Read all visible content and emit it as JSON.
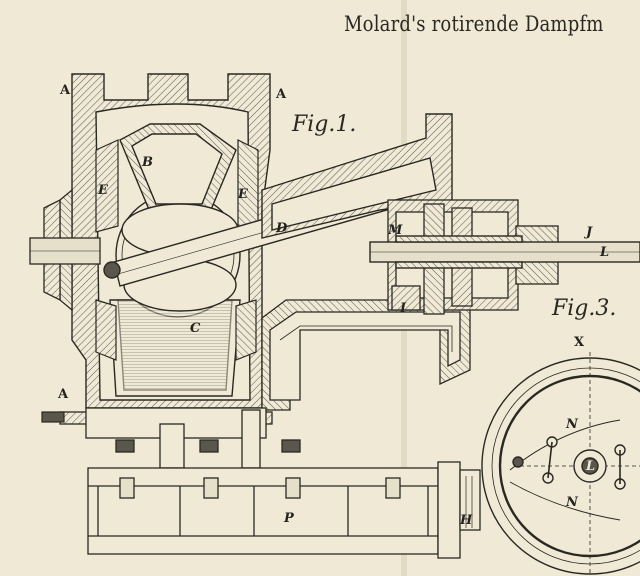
{
  "plate": {
    "title": "Molard's rotirende Dampfm",
    "figures": [
      "Fig.1.",
      "Fig.3."
    ]
  },
  "labels": {
    "A_top_left": "A",
    "A_top_right": "A",
    "A_lower_left": "A",
    "B": "B",
    "E_left": "E",
    "E_right": "E",
    "D": "D",
    "C": "C",
    "M": "M",
    "J": "J",
    "L": "L",
    "I": "I",
    "P": "P",
    "H": "H",
    "X": "X",
    "N_top": "N",
    "N_bottom": "N",
    "L_center": "L"
  },
  "colors": {
    "paper": "#efe9d6",
    "ink": "#2a2822",
    "hatch": "#5a564c"
  }
}
